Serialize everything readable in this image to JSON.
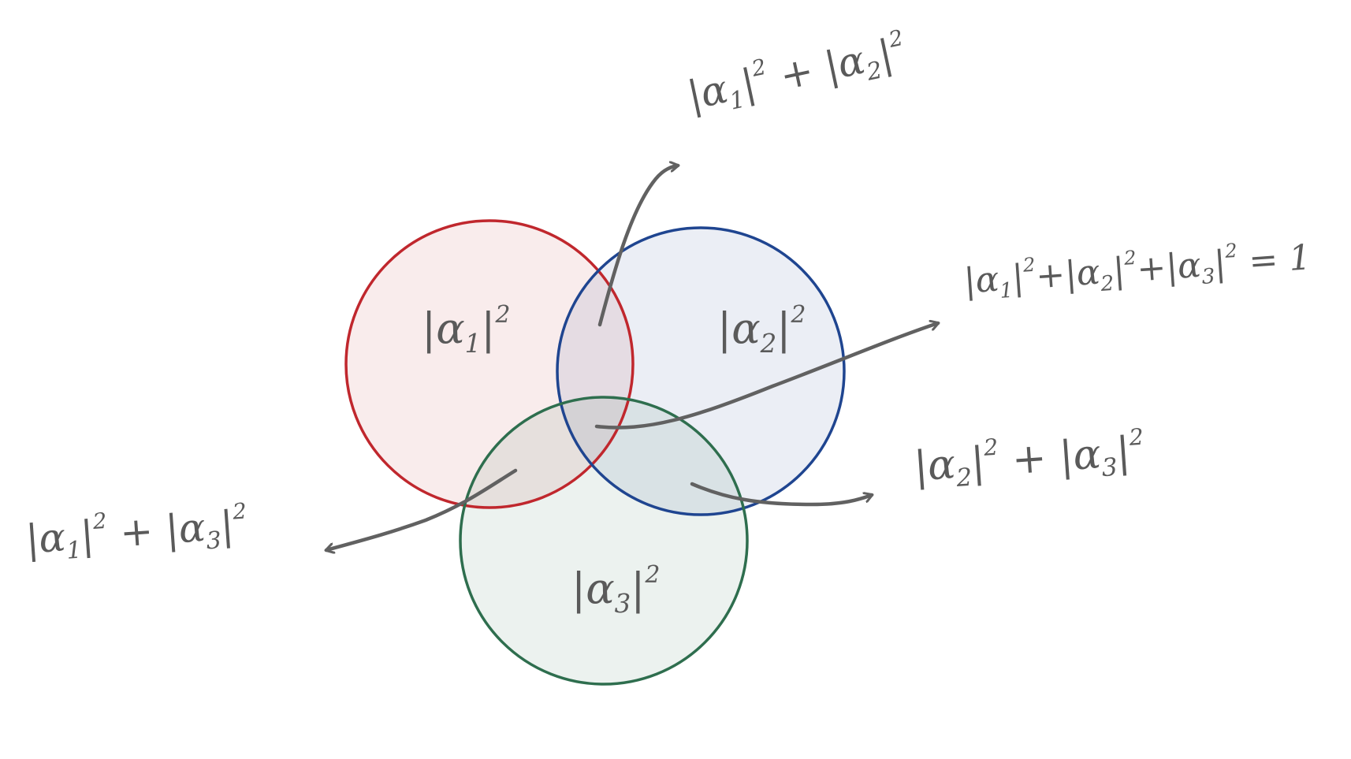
{
  "colors": {
    "circle_1_stroke": "#c0272d",
    "circle_1_fill": "#f7e8e8",
    "circle_2_stroke": "#1f4590",
    "circle_2_fill": "#e8edf5",
    "circle_3_stroke": "#2e6e4e",
    "circle_3_fill": "#e8f0ec",
    "arrow": "#616161",
    "text": "#5a5a5a"
  },
  "labels": {
    "a1": {
      "pre": "|α",
      "sub": "1",
      "mid": "|",
      "sup": "2"
    },
    "a2": {
      "pre": "|α",
      "sub": "2",
      "mid": "|",
      "sup": "2"
    },
    "a3": {
      "pre": "|α",
      "sub": "3",
      "mid": "|",
      "sup": "2"
    },
    "a1_a2": {
      "t1": "|α",
      "s1": "1",
      "m1": "|",
      "p1": "2",
      "plus": " + ",
      "t2": "|α",
      "s2": "2",
      "m2": "|",
      "p2": "2"
    },
    "a2_a3": {
      "t1": "|α",
      "s1": "2",
      "m1": "|",
      "p1": "2",
      "plus": " + ",
      "t2": "|α",
      "s2": "3",
      "m2": "|",
      "p2": "2"
    },
    "a1_a3": {
      "t1": "|α",
      "s1": "1",
      "m1": "|",
      "p1": "2",
      "plus": " + ",
      "t2": "|α",
      "s2": "3",
      "m2": "|",
      "p2": "2"
    },
    "all": {
      "t1": "|α",
      "s1": "1",
      "m1": "|",
      "p1": "2",
      "plus1": "+",
      "t2": "|α",
      "s2": "2",
      "m2": "|",
      "p2": "2",
      "plus2": "+",
      "t3": "|α",
      "s3": "3",
      "m3": "|",
      "p3": "2",
      "eq": " = 1"
    }
  }
}
